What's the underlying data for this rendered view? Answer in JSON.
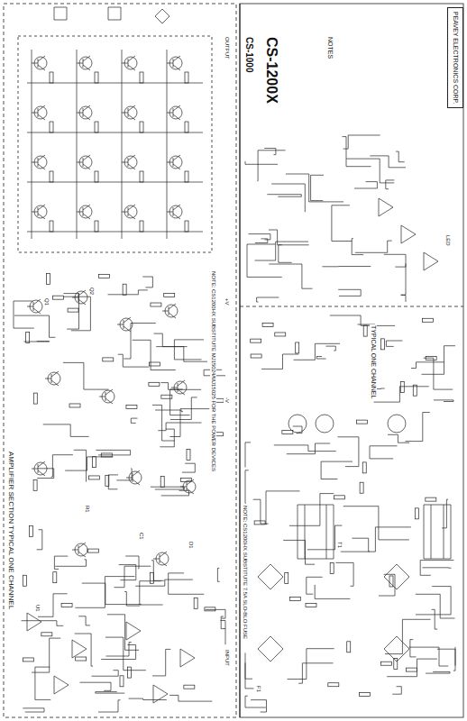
{
  "diagram": {
    "nodes": [
      {
        "text": [
          "PEAVEY ELECTRONICS CORP."
        ]
      }
    ],
    "labels": [
      "AMPLIFIER SECTION TYPICAL ONE CHANNEL",
      "CS-1200X",
      "CS-1000",
      "NOTES",
      "TYPICAL ONE CHANNEL",
      "NOTE: CS1200HX SUBSTITUTE MJ15024/MJ15025 FOR THE POWER DEVICES",
      "NOTE: CS1200HX SUBSTITUTE 7.5A SLO-BLO FUSE",
      "INPUT",
      "OUTPUT",
      "+V",
      "-V",
      "LED",
      "Q1",
      "Q2",
      "U1",
      "R1",
      "C1",
      "D1",
      "T1",
      "F1"
    ]
  }
}
